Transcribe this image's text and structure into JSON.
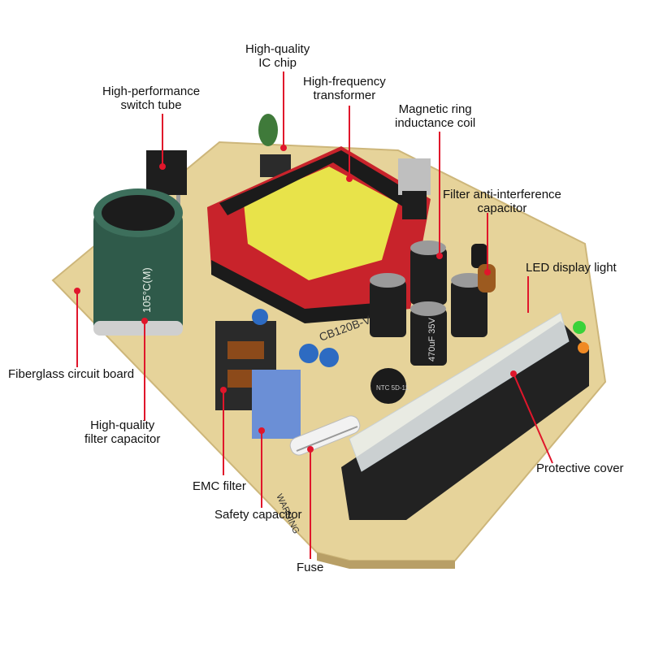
{
  "labels": {
    "ic_chip": {
      "line1": "High-quality",
      "line2": "IC chip"
    },
    "switch_tube": {
      "line1": "High-performance",
      "line2": "switch tube"
    },
    "transformer": {
      "line1": "High-frequency",
      "line2": "transformer"
    },
    "inductance_coil": {
      "line1": "Magnetic ring",
      "line2": "inductance coil"
    },
    "filter_capacitor_anti": {
      "line1": "Filter anti-interference",
      "line2": "capacitor"
    },
    "led_light": {
      "line1": "LED display light"
    },
    "circuit_board": {
      "line1": "Fiberglass circuit board"
    },
    "filter_capacitor": {
      "line1": "High-quality",
      "line2": "filter capacitor"
    },
    "emc_filter": {
      "line1": "EMC filter"
    },
    "safety_capacitor": {
      "line1": "Safety capacitor"
    },
    "fuse": {
      "line1": "Fuse"
    },
    "protective_cover": {
      "line1": "Protective cover"
    }
  },
  "board_text": {
    "cap_large": "105°C(M)",
    "cap_small": "470uF 35V",
    "ntc": "NTC 5D-11",
    "model": "CB120B-V",
    "warning": "WARNING"
  },
  "colors": {
    "pointer": "#e0162b",
    "board": "#e8d49a",
    "transformer_core": "#c8232b",
    "coil_yellow": "#e8e34a",
    "cap_green": "#2f5a4a",
    "cap_blue": "#6b8fd6",
    "terminal_black": "#222222"
  }
}
